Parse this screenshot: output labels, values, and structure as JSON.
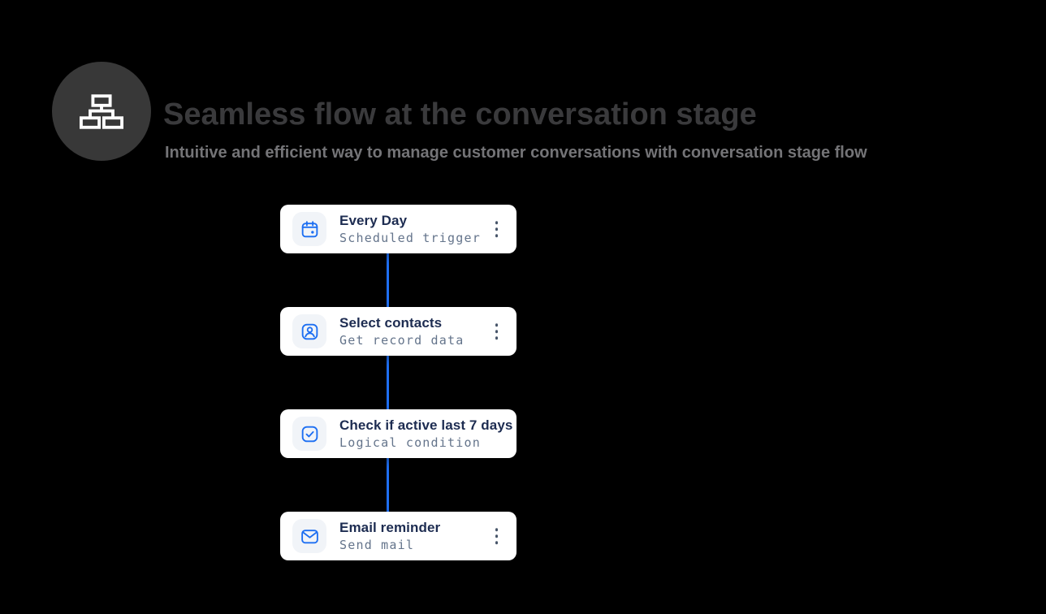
{
  "header": {
    "badge_icon": "sitemap-icon",
    "title": "Seamless flow at the conversation stage",
    "subtitle": "Intuitive and efficient way to manage customer conversations with conversation stage flow"
  },
  "flow": {
    "steps": [
      {
        "title": "Every Day",
        "subtitle": "Scheduled trigger",
        "icon": "calendar-icon",
        "has_menu": true
      },
      {
        "title": "Select contacts",
        "subtitle": "Get record data",
        "icon": "contact-icon",
        "has_menu": true
      },
      {
        "title": "Check if active last 7 days",
        "subtitle": "Logical condition",
        "icon": "checkbox-icon",
        "has_menu": false
      },
      {
        "title": "Email reminder",
        "subtitle": "Send mail",
        "icon": "envelope-icon",
        "has_menu": true
      }
    ]
  },
  "colors": {
    "background": "#000000",
    "accent_blue": "#1d6ff2",
    "connector_blue": "#1f6ff3",
    "card_bg": "#ffffff",
    "card_title": "#1d2c51",
    "card_subtitle": "#64748b",
    "icon_tile_bg": "#f1f4f8",
    "heading_text": "#3a3a3c",
    "subtitle_text": "#747477",
    "badge_circle": "#383838",
    "menu_dots": "#475569"
  }
}
